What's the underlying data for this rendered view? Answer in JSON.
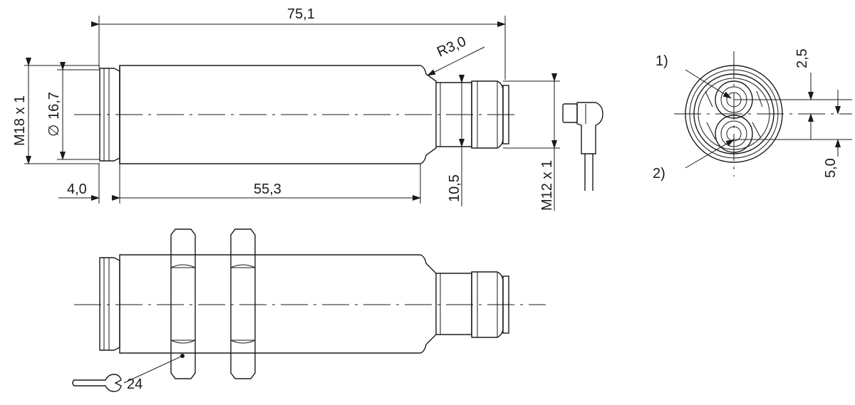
{
  "dimensions": {
    "overall_length": "75,1",
    "radius": "R3,0",
    "thread_main": "M18 x 1",
    "body_diameter": "16,7",
    "diameter_symbol": "∅",
    "front_offset": "4,0",
    "body_length": "55,3",
    "neck_diameter": "10,5",
    "connector_thread": "M12 x 1",
    "offset_top": "2,5",
    "offset_bottom": "5,0"
  },
  "callouts": {
    "ref1": "1)",
    "ref2": "2)"
  },
  "wrench": {
    "size": "24"
  }
}
